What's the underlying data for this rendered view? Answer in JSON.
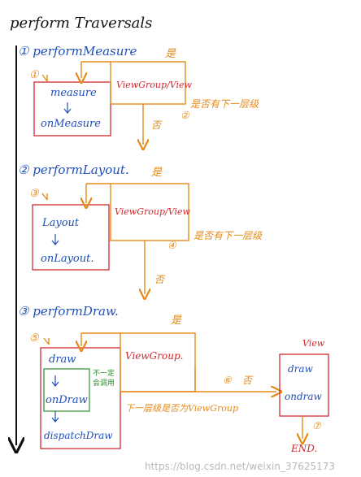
{
  "title": "perform Traversals",
  "sections": [
    {
      "label": "① performMeasure",
      "step": "①",
      "methods": [
        "measure",
        "onMeasure"
      ],
      "parent_box": "ViewGroup/View",
      "yes": "是",
      "no": "否",
      "question": "是否有下一层级",
      "step_label": "②"
    },
    {
      "label": "② performLayout.",
      "step": "③",
      "methods": [
        "Layout",
        "onLayout."
      ],
      "parent_box": "ViewGroup/View",
      "yes": "是",
      "no": "否",
      "question": "是否有下一层级",
      "step_label": "④"
    },
    {
      "label": "③ performDraw.",
      "step": "⑤",
      "methods": [
        "draw",
        "onDraw",
        "dispatchDraw"
      ],
      "parent_box": "ViewGroup.",
      "yes": "是",
      "no": "否",
      "side_note": "不一定\n会调用",
      "question": "下一层级是否为ViewGroup",
      "step_label": "⑥"
    }
  ],
  "view_box": {
    "title": "View",
    "methods": [
      "draw",
      "ondraw"
    ],
    "step_label": "⑦",
    "end": "END."
  },
  "watermark": "https://blog.csdn.net/weixin_37625173",
  "colors": {
    "ink_blue": "#1f4fb8",
    "ink_red": "#d2282e",
    "ink_orange": "#e58a1a",
    "ink_black": "#111111",
    "ink_green": "#2e8b2e"
  }
}
